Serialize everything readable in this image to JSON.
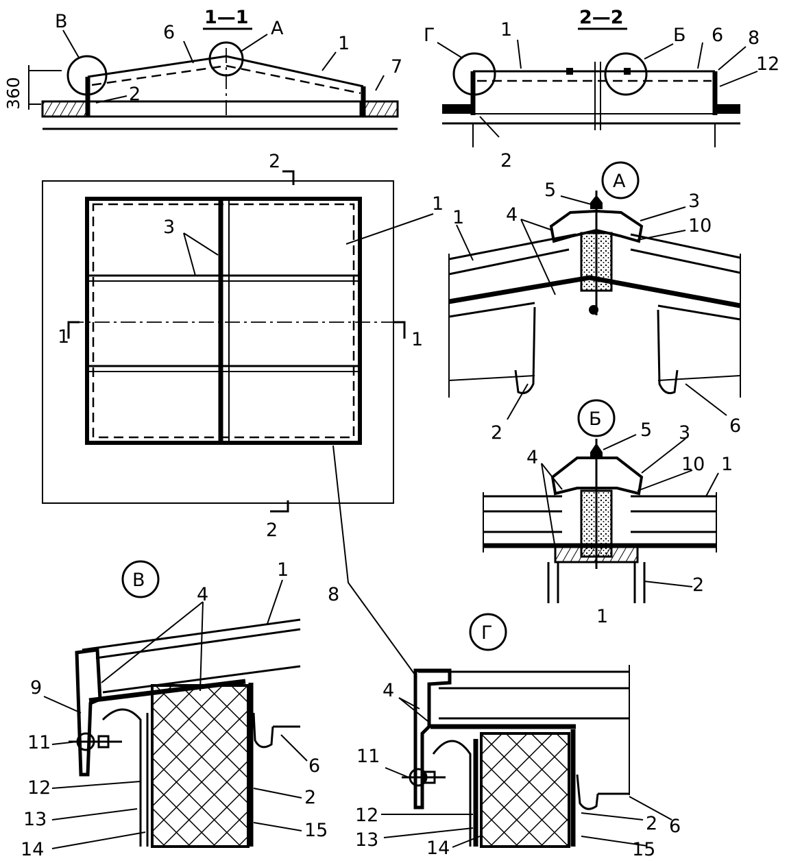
{
  "section_titles": {
    "s1": "1—1",
    "s2": "2—2"
  },
  "dimension": "360",
  "detail_markers": {
    "A": "А",
    "B": "Б",
    "V": "В",
    "G": "Г"
  },
  "section_marks": {
    "one": "1",
    "two": "2"
  },
  "numbers": [
    "1",
    "2",
    "3",
    "4",
    "5",
    "6",
    "7",
    "8",
    "9",
    "10",
    "11",
    "12",
    "13",
    "14",
    "15"
  ]
}
